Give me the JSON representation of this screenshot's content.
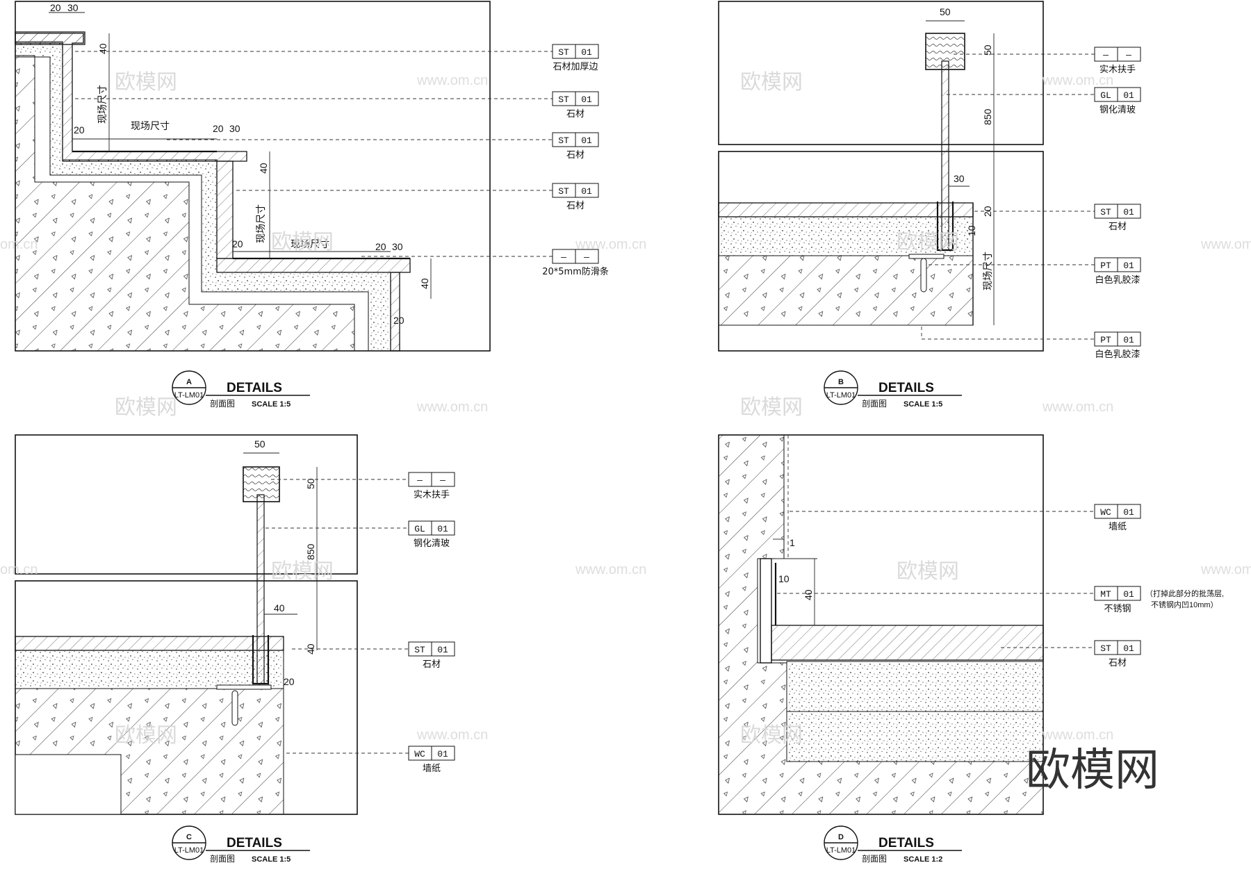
{
  "watermarks": {
    "brand": "欧模网",
    "site": "www.om.cn",
    "site_partial": "om.cn"
  },
  "tag_dash": "—",
  "details": {
    "a": {
      "letter": "A",
      "sheet": "LT-LM01",
      "title": "DETAILS",
      "view": "剖面图",
      "scale": "SCALE  1:5",
      "tags": [
        {
          "code": "ST",
          "num": "01",
          "label": "石材加厚边"
        },
        {
          "code": "ST",
          "num": "01",
          "label": "石材"
        },
        {
          "code": "ST",
          "num": "01",
          "label": "石材"
        },
        {
          "code": "ST",
          "num": "01",
          "label": "石材"
        },
        {
          "code": "—",
          "num": "—",
          "label": "20*5mm防滑条"
        }
      ],
      "dims": {
        "d20": "20",
        "d30": "30",
        "d40": "40",
        "site": "现场尺寸"
      }
    },
    "b": {
      "letter": "B",
      "sheet": "LT-LM01",
      "title": "DETAILS",
      "view": "剖面图",
      "scale": "SCALE  1:5",
      "tags": [
        {
          "code": "—",
          "num": "—",
          "label": "实木扶手"
        },
        {
          "code": "GL",
          "num": "01",
          "label": "钢化清玻"
        },
        {
          "code": "ST",
          "num": "01",
          "label": "石材"
        },
        {
          "code": "PT",
          "num": "01",
          "label": "白色乳胶漆"
        },
        {
          "code": "PT",
          "num": "01",
          "label": "白色乳胶漆"
        }
      ],
      "dims": {
        "d50": "50",
        "d850": "850",
        "d30": "30",
        "d20": "20",
        "d10": "10",
        "site": "现场尺寸"
      }
    },
    "c": {
      "letter": "C",
      "sheet": "LT-LM01",
      "title": "DETAILS",
      "view": "剖面图",
      "scale": "SCALE  1:5",
      "tags": [
        {
          "code": "—",
          "num": "—",
          "label": "实木扶手"
        },
        {
          "code": "GL",
          "num": "01",
          "label": "钢化清玻"
        },
        {
          "code": "ST",
          "num": "01",
          "label": "石材"
        },
        {
          "code": "WC",
          "num": "01",
          "label": "墙纸"
        }
      ],
      "dims": {
        "d50": "50",
        "d850": "850",
        "d40": "40",
        "d20": "20"
      }
    },
    "d": {
      "letter": "D",
      "sheet": "LT-LM01",
      "title": "DETAILS",
      "view": "剖面图",
      "scale": "SCALE  1:2",
      "tags": [
        {
          "code": "WC",
          "num": "01",
          "label": "墙纸"
        },
        {
          "code": "MT",
          "num": "01",
          "label": "不锈钢"
        },
        {
          "code": "ST",
          "num": "01",
          "label": "石材"
        }
      ],
      "note_line1": "（打掉此部分的批荡层,",
      "note_line2": "不锈钢内凹10mm）",
      "dims": {
        "d1": "1",
        "d10": "10",
        "d40": "40"
      }
    }
  }
}
